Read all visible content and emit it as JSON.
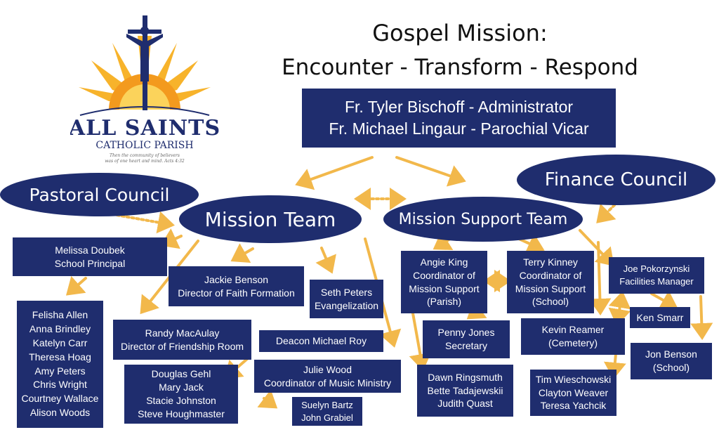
{
  "title": {
    "line1": "Gospel Mission:",
    "line2": "Encounter - Transform - Respond"
  },
  "logo": {
    "name_line1": "ALL SAINTS",
    "name_line2": "CATHOLIC PARISH",
    "tagline_line1": "Then the community of believers",
    "tagline_line2": "was of one heart and mind. Acts 4:32"
  },
  "leadership": {
    "line1": "Fr. Tyler Bischoff - Administrator",
    "line2": "Fr. Michael Lingaur - Parochial Vicar"
  },
  "councils": {
    "pastoral": "Pastoral Council",
    "finance": "Finance Council"
  },
  "teams": {
    "mission": "Mission Team",
    "support": "Mission Support Team"
  },
  "mission_boxes": {
    "principal": {
      "line1": "Melissa Doubek",
      "line2": "School Principal"
    },
    "school_staff": [
      "Felisha Allen",
      "Anna Brindley",
      "Katelyn Carr",
      "Theresa Hoag",
      "Amy Peters",
      "Chris Wright",
      "Courtney Wallace",
      "Alison Woods"
    ],
    "faith_formation": {
      "line1": "Jackie Benson",
      "line2": "Director of Faith Formation"
    },
    "evangelization": {
      "line1": "Seth Peters",
      "line2": "Evangelization"
    },
    "friendship_room": {
      "line1": "Randy MacAulay",
      "line2": "Director of Friendship Room"
    },
    "deacon": "Deacon Michael Roy",
    "friendship_staff": [
      "Douglas Gehl",
      "Mary Jack",
      "Stacie Johnston",
      "Steve Houghmaster"
    ],
    "music": {
      "line1": "Julie Wood",
      "line2": "Coordinator of Music Ministry"
    },
    "music_staff": [
      "Suelyn Bartz",
      "John Grabiel"
    ]
  },
  "support_boxes": {
    "parish_coord": [
      "Angie King",
      "Coordinator of",
      "Mission Support",
      "(Parish)"
    ],
    "school_coord": [
      "Terry Kinney",
      "Coordinator of",
      "Mission Support",
      "(School)"
    ],
    "secretary": {
      "line1": "Penny Jones",
      "line2": "Secretary"
    },
    "parish_staff": [
      "Dawn Ringsmuth",
      "Bette Tadajewskii",
      "Judith Quast"
    ],
    "facilities": {
      "line1": "Joe Pokorzynski",
      "line2": "Facilities Manager"
    },
    "ken": "Ken Smarr",
    "cemetery": {
      "line1": "Kevin Reamer",
      "line2": "(Cemetery)"
    },
    "jon": {
      "line1": "Jon Benson",
      "line2": "(School)"
    },
    "cemetery_staff": [
      "Tim Wieschowski",
      "Clayton Weaver",
      "Teresa Yachcik"
    ]
  },
  "colors": {
    "navy": "#1f2d6e",
    "arrow": "#f2b84b",
    "sun": "#f7b32b"
  }
}
